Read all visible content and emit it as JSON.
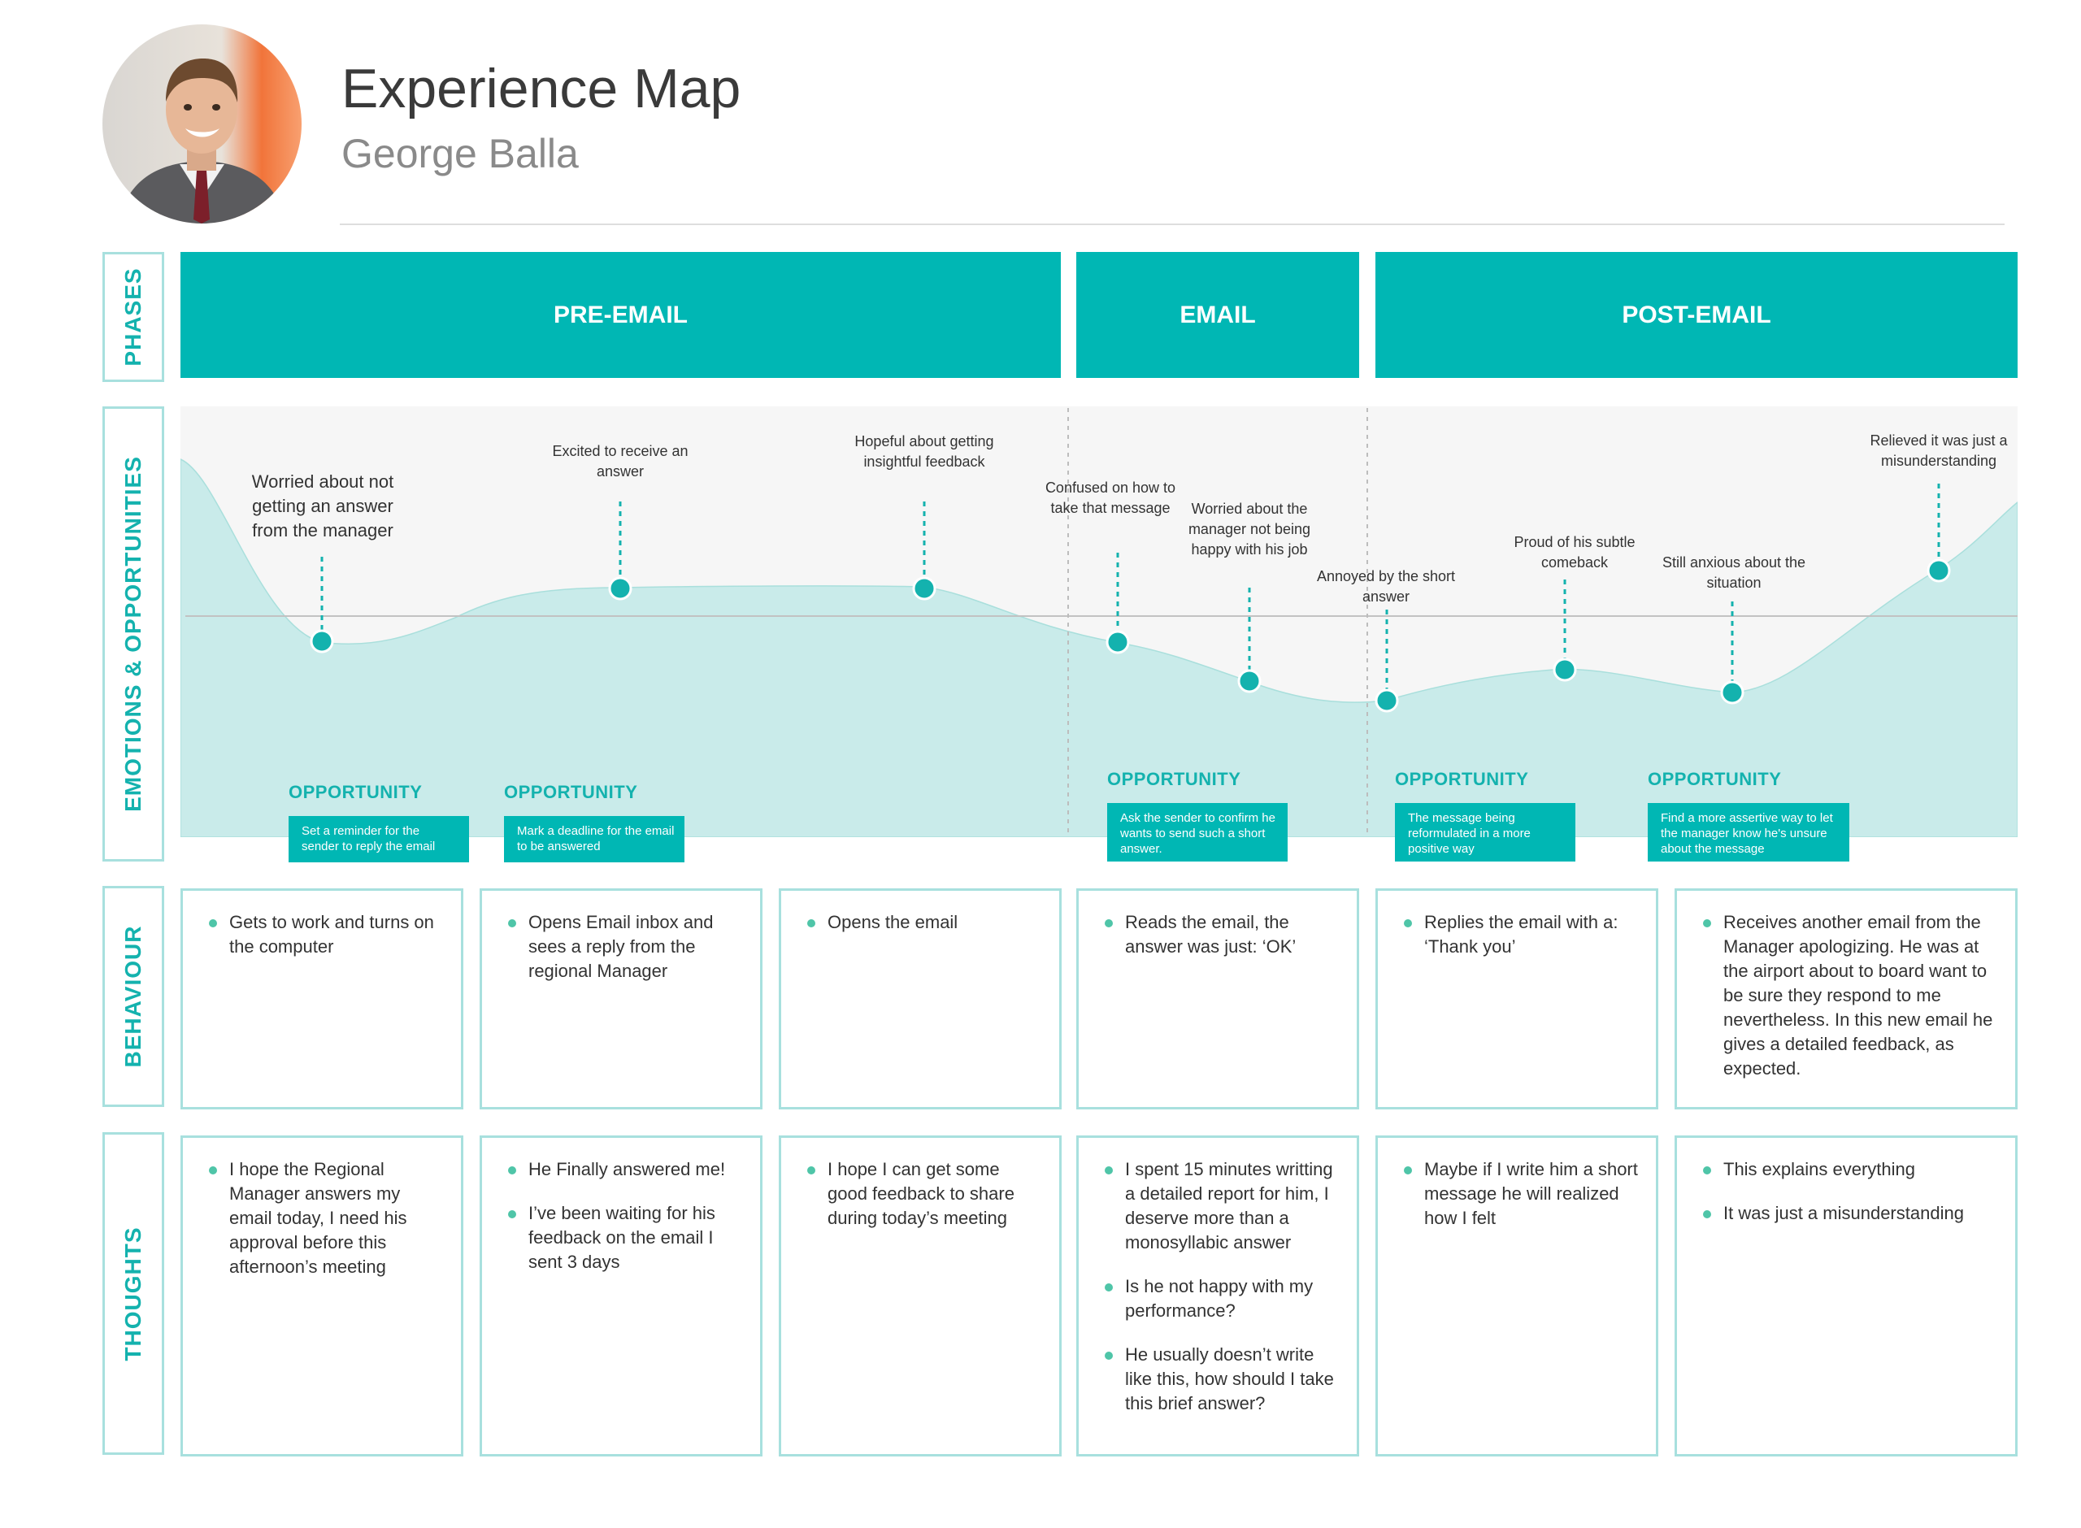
{
  "header": {
    "title": "Experience Map",
    "persona_name": "George Balla"
  },
  "row_labels": {
    "phases": "PHASES",
    "emotions": "EMOTIONS & OPPORTUNITIES",
    "behaviour": "BEHAVIOUR",
    "thoughts": "THOUGHTS"
  },
  "phases": [
    "PRE-EMAIL",
    "EMAIL",
    "POST-EMAIL"
  ],
  "emotions": [
    "Worried about not getting an answer from the manager",
    "Excited to receive an answer",
    "Hopeful about getting insightful feedback",
    "Confused on how to take that message",
    "Worried about the manager not being happy with his job",
    "Annoyed by the short answer",
    "Proud of his subtle comeback",
    "Still anxious about the situation",
    "Relieved it was just a misunderstanding"
  ],
  "opportunities": [
    {
      "heading": "OPPORTUNITY",
      "text": "Set a reminder for the sender to reply the email"
    },
    {
      "heading": "OPPORTUNITY",
      "text": "Mark a deadline for the email to be answered"
    },
    {
      "heading": "OPPORTUNITY",
      "text": "Ask the sender to confirm he wants to send such a short answer."
    },
    {
      "heading": "OPPORTUNITY",
      "text": "The message being reformulated in a more positive way"
    },
    {
      "heading": "OPPORTUNITY",
      "text": "Find a more assertive way to let the manager know he's unsure about the message"
    }
  ],
  "behaviour": [
    [
      "Gets to work and turns on the computer"
    ],
    [
      "Opens Email inbox and sees a reply from the regional Manager"
    ],
    [
      "Opens the email"
    ],
    [
      "Reads the email, the answer was just:  ‘OK’"
    ],
    [
      "Replies the email with a: ‘Thank you’"
    ],
    [
      "Receives another email from the Manager apologizing. He was at the airport about to board want to be sure they respond to me nevertheless. In this new email he gives a detailed feedback, as expected."
    ]
  ],
  "thoughts": [
    [
      "I hope the Regional Manager answers my email today, I need his approval before this afternoon’s meeting"
    ],
    [
      "He Finally answered me!",
      "I’ve been waiting for his feedback on the email I sent  3 days"
    ],
    [
      "I hope I can get some good feedback to share during today’s meeting"
    ],
    [
      "I spent 15 minutes writting a detailed report for him, I deserve more than a monosyllabic answer",
      "Is he not happy with my performance?",
      "He usually doesn’t write like this, how should I take this brief answer?"
    ],
    [
      "Maybe if I write him a short message he will realized how I felt"
    ],
    [
      "This explains everything",
      "It was just a misunderstanding"
    ]
  ],
  "colors": {
    "accent": "#00b7b4",
    "accent_text": "#14b2ae",
    "border": "#a8e0de",
    "curve_fill": "#c9ebea",
    "panel_bg": "#f6f6f6"
  }
}
